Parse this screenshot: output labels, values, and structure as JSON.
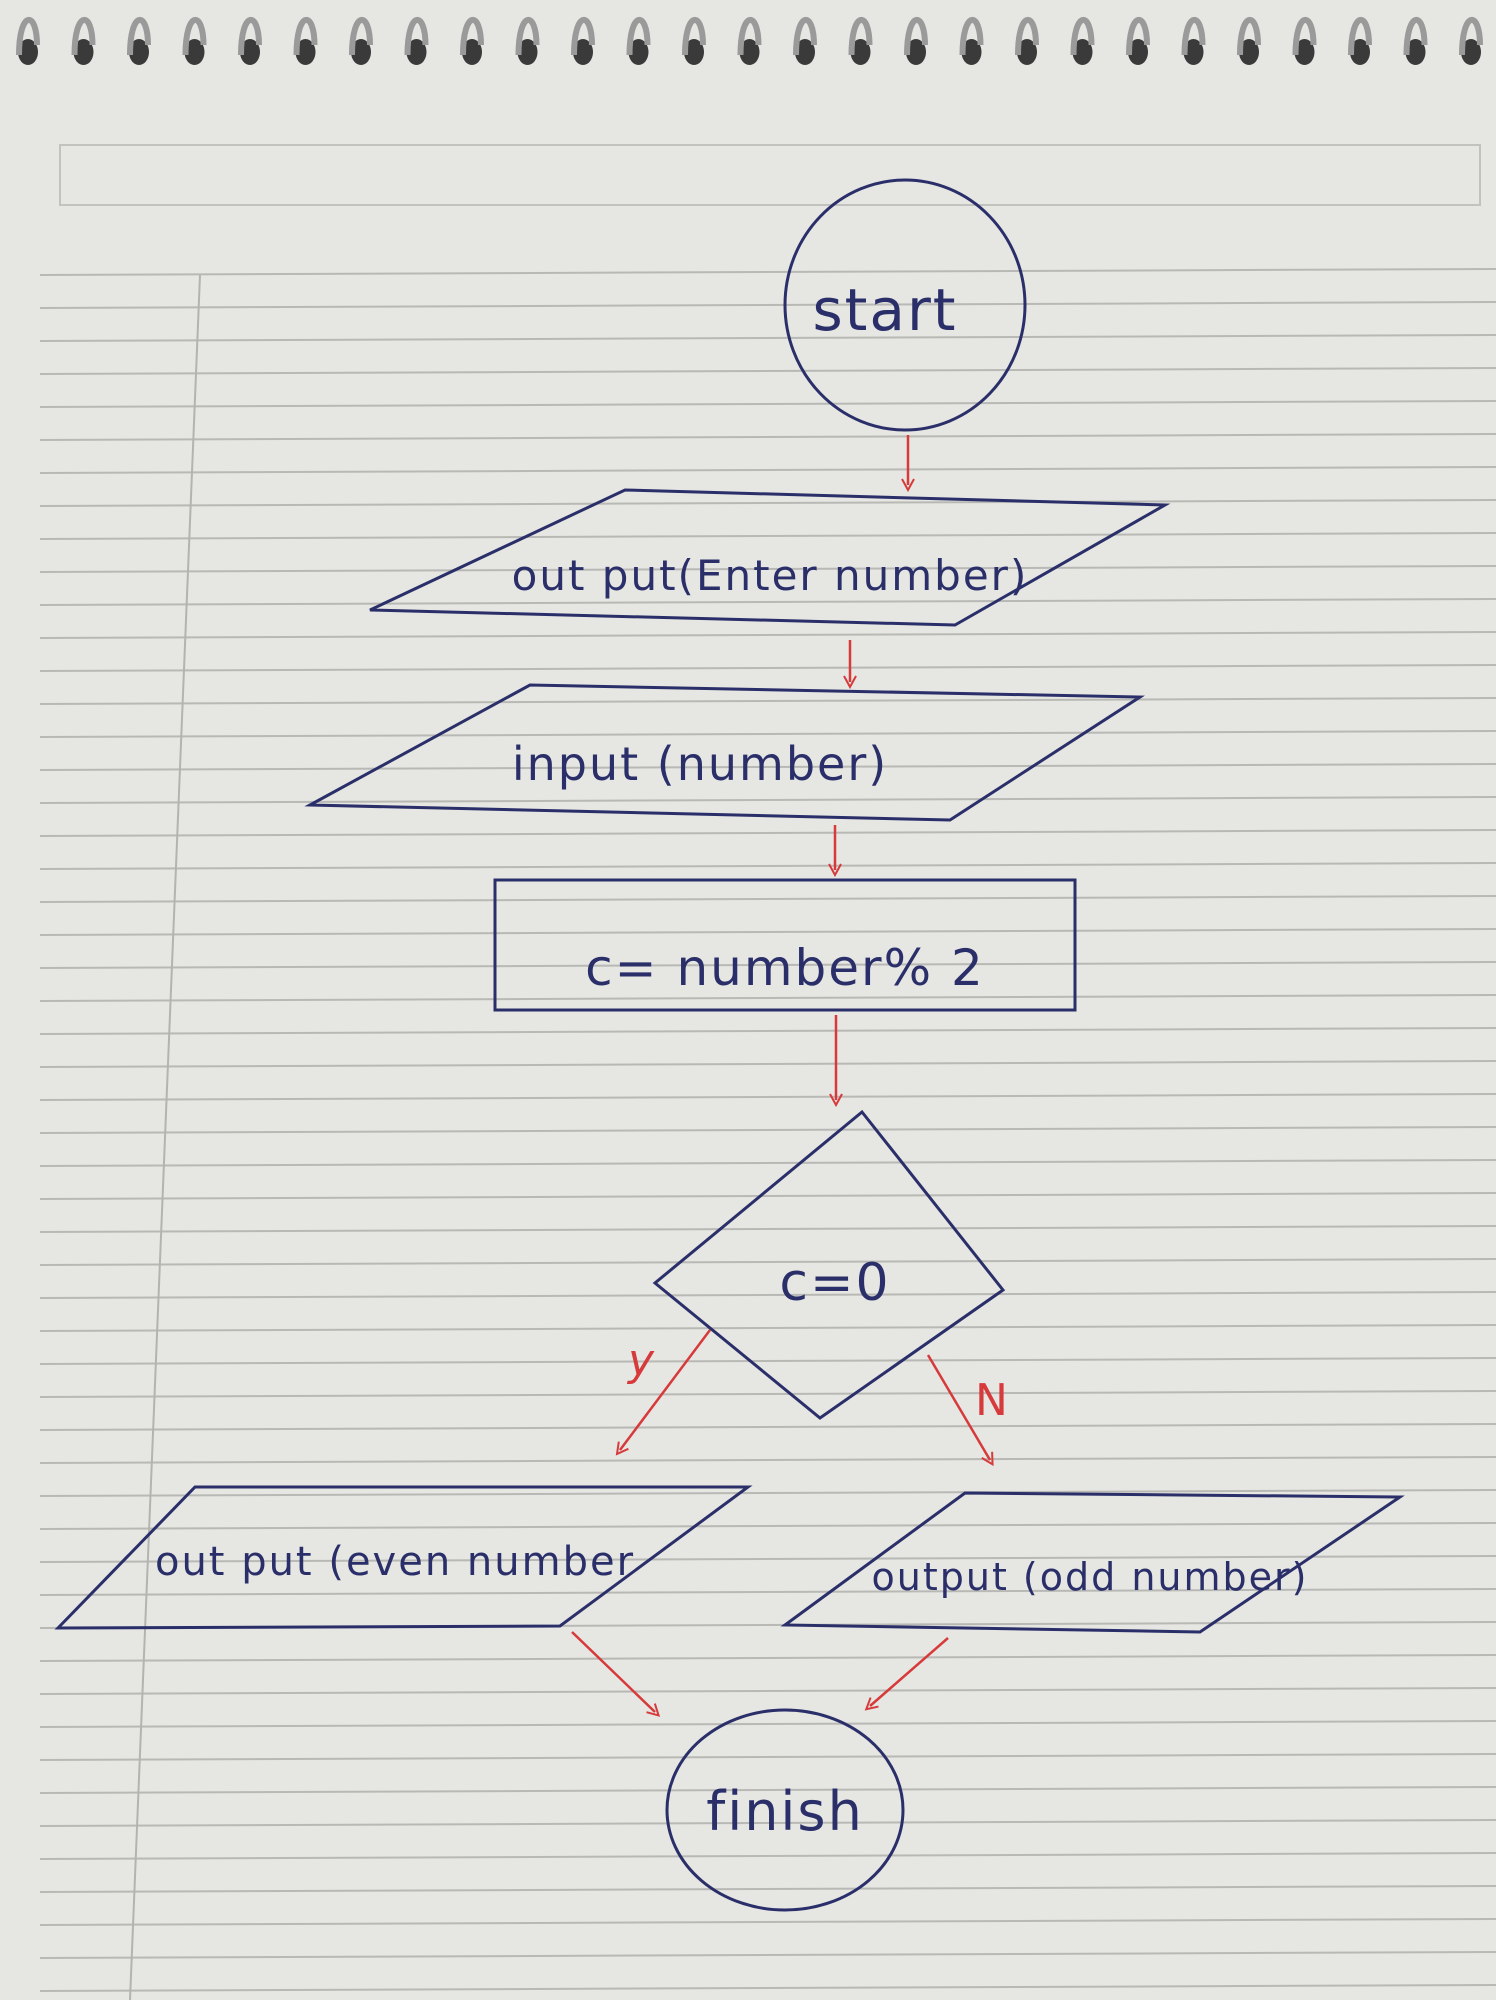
{
  "flowchart": {
    "start": "start",
    "output_prompt": "out put(Enter number)",
    "input": "input (number)",
    "process": "c= number% 2",
    "decision": "c=0",
    "yes_label": "y",
    "no_label": "N",
    "output_even": "out put (even number",
    "output_odd": "output (odd number)",
    "finish": "finish"
  },
  "colors": {
    "ink": "#2a2f6a",
    "arrows": "#d63a3a",
    "paper": "#e6e6e3",
    "rule": "#b9b9b6"
  }
}
